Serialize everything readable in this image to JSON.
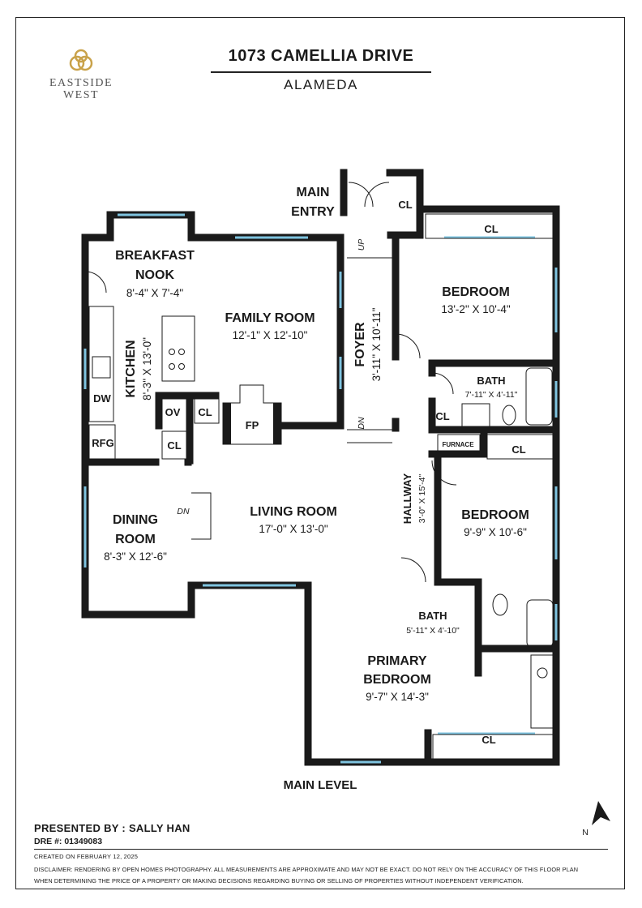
{
  "brand": {
    "line1": "EASTSIDE",
    "line2": "WEST",
    "accent_color": "#c9a24a"
  },
  "header": {
    "address": "1073 CAMELLIA DRIVE",
    "city": "ALAMEDA"
  },
  "rooms": {
    "breakfast_nook": {
      "name1": "BREAKFAST",
      "name2": "NOOK",
      "dims": "8'-4\" X 7'-4\""
    },
    "family_room": {
      "name": "FAMILY ROOM",
      "dims": "12'-1\" X 12'-10\""
    },
    "kitchen": {
      "name": "KITCHEN",
      "dims": "8'-3\" X 13'-0\""
    },
    "foyer": {
      "name": "FOYER",
      "dims": "3'-11\" X 10'-11\""
    },
    "bedroom1": {
      "name": "BEDROOM",
      "dims": "13'-2\" X 10'-4\""
    },
    "bath1": {
      "name": "BATH",
      "dims": "7'-11\" X 4'-11\""
    },
    "bedroom2": {
      "name": "BEDROOM",
      "dims": "9'-9\" X 10'-6\""
    },
    "hallway": {
      "name": "HALLWAY",
      "dims": "3'-0\" X 15'-4\""
    },
    "living_room": {
      "name": "LIVING ROOM",
      "dims": "17'-0\" X 13'-0\""
    },
    "dining_room": {
      "name1": "DINING",
      "name2": "ROOM",
      "dims": "8'-3\" X 12'-6\""
    },
    "bath2": {
      "name": "BATH",
      "dims": "5'-11\" X 4'-10\""
    },
    "primary_bedroom": {
      "name1": "PRIMARY",
      "name2": "BEDROOM",
      "dims": "9'-7\" X 14'-3\""
    }
  },
  "labels": {
    "main_entry1": "MAIN",
    "main_entry2": "ENTRY",
    "closet": "CL",
    "dishwasher": "DW",
    "refrigerator": "RFG",
    "oven": "OV",
    "fireplace": "FP",
    "furnace": "FURNACE",
    "up": "UP",
    "down": "DN",
    "north": "N"
  },
  "colors": {
    "wall": "#1a1a1a",
    "window": "#7fc4e0"
  },
  "footer": {
    "level": "MAIN LEVEL",
    "presented_by": "PRESENTED BY : SALLY HAN",
    "dre": "DRE #: 01349083",
    "created": "CREATED ON FEBRUARY 12, 2025",
    "disclaimer_line1": "DISCLAIMER: RENDERING BY OPEN HOMES PHOTOGRAPHY. ALL MEASUREMENTS ARE APPROXIMATE AND MAY NOT BE EXACT. DO NOT RELY ON THE ACCURACY OF THIS FLOOR PLAN",
    "disclaimer_line2": "WHEN DETERMINING THE PRICE OF A PROPERTY OR MAKING DECISIONS REGARDING BUYING OR SELLING OF PROPERTIES WITHOUT INDEPENDENT VERIFICATION."
  }
}
